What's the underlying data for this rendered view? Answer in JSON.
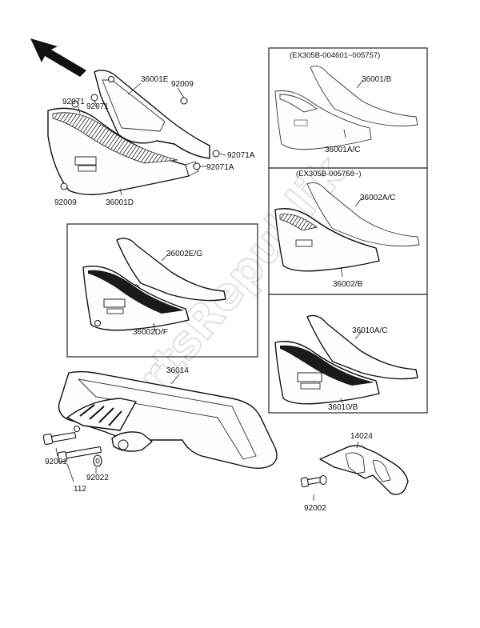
{
  "watermark": "PartsRepublik",
  "groups": {
    "top_right_header": "(EX305B-004601~005757)",
    "middle_right_header": "(EX305B-005758~)"
  },
  "labels": {
    "p36001E": "36001E",
    "p92009_top": "92009",
    "p92071_a": "92071",
    "p92071_b": "92071",
    "p92071A_1": "92071A",
    "p92071A_2": "92071A",
    "p92009_bottom": "92009",
    "p36001D": "36001D",
    "p36001B": "36001/B",
    "p36001AC": "36001A/C",
    "p36002AC": "36002A/C",
    "p36002B": "36002/B",
    "p36002EG": "36002E/G",
    "p36002DF": "36002D/F",
    "p36010AC": "36010A/C",
    "p36010B": "36010/B",
    "p36014": "36014",
    "p92001": "92001",
    "p92022": "92022",
    "p112": "112",
    "p14024": "14024",
    "p92002": "92002"
  },
  "colors": {
    "line": "#111111",
    "watermark": "#d6d6d6",
    "background": "#ffffff"
  }
}
